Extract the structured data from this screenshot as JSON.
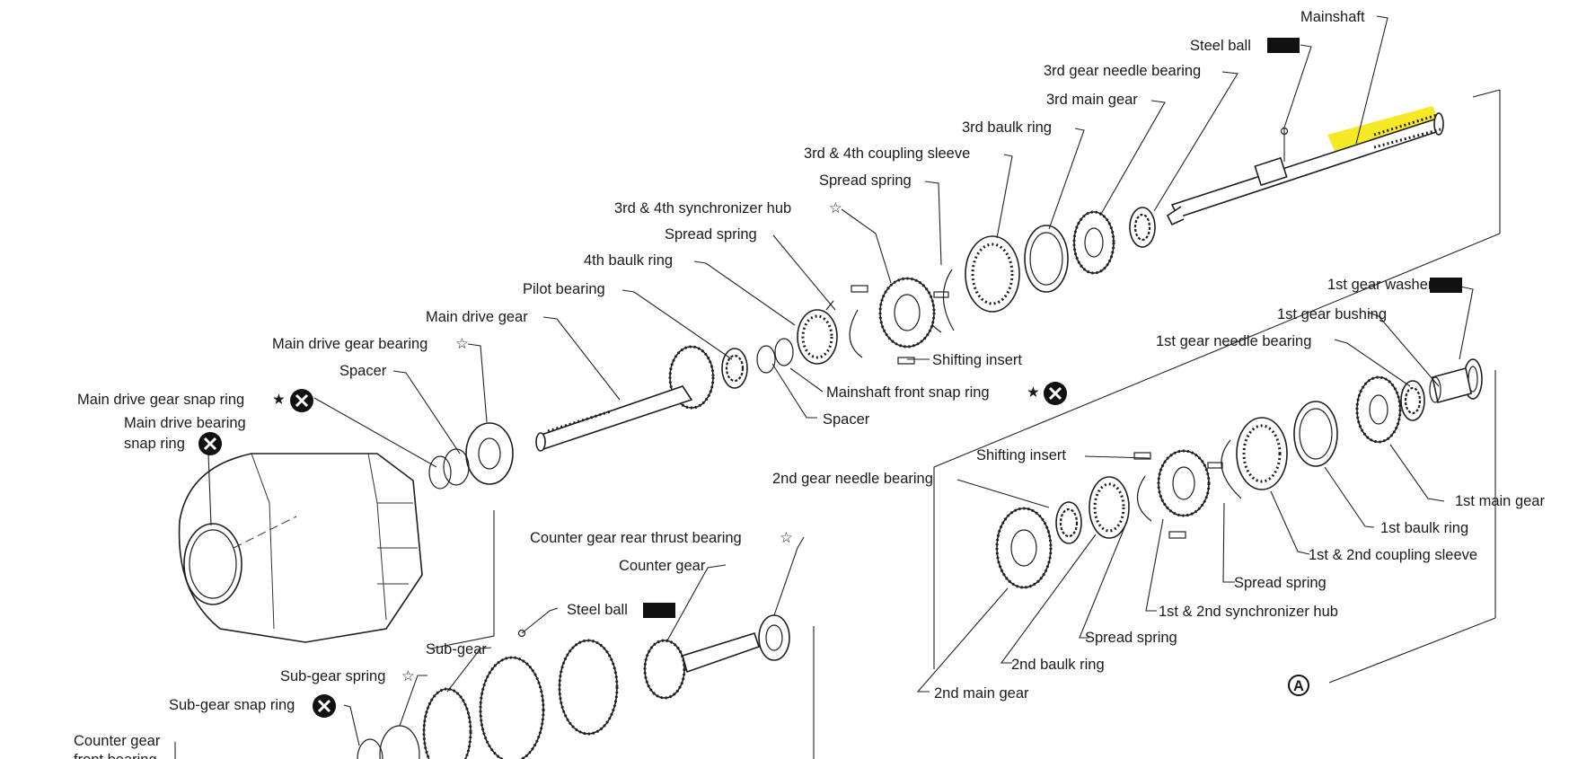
{
  "labels": {
    "mainshaft": "Mainshaft",
    "steel_ball_top": "Steel ball",
    "third_needle_bearing": "3rd gear needle bearing",
    "third_main_gear": "3rd main gear",
    "third_baulk_ring": "3rd baulk ring",
    "coupling_34": "3rd & 4th coupling sleeve",
    "spread_spring_a": "Spread spring",
    "synchro_hub_34": "3rd & 4th synchronizer hub",
    "spread_spring_b": "Spread spring",
    "fourth_baulk_ring": "4th baulk ring",
    "pilot_bearing": "Pilot bearing",
    "main_drive_gear": "Main drive gear",
    "main_drive_gear_bearing": "Main drive gear bearing",
    "spacer_left": "Spacer",
    "main_drive_snap_ring": "Main drive gear snap ring",
    "main_drive_bearing_snap_ring_1": "Main drive bearing",
    "main_drive_bearing_snap_ring_2": "snap ring",
    "shifting_insert_top": "Shifting insert",
    "mainshaft_front_snap_ring": "Mainshaft front snap ring",
    "spacer_mid": "Spacer",
    "first_gear_washer": "1st gear washer",
    "first_gear_bushing": "1st gear bushing",
    "first_needle_bearing": "1st gear needle bearing",
    "shifting_insert_right": "Shifting insert",
    "second_needle_bearing": "2nd gear needle bearing",
    "first_main_gear": "1st main gear",
    "first_baulk_ring": "1st baulk ring",
    "coupling_12": "1st & 2nd coupling sleeve",
    "spread_spring_c": "Spread spring",
    "synchro_hub_12": "1st & 2nd synchronizer hub",
    "spread_spring_d": "Spread spring",
    "second_baulk_ring": "2nd baulk ring",
    "second_main_gear": "2nd main gear",
    "counter_rear_thrust": "Counter gear rear thrust bearing",
    "counter_gear": "Counter gear",
    "steel_ball_bottom": "Steel ball",
    "sub_gear": "Sub-gear",
    "sub_gear_spring": "Sub-gear spring",
    "sub_gear_snap_ring": "Sub-gear snap ring",
    "counter_front_bearing_1": "Counter gear",
    "counter_front_bearing_2": "front bearing"
  },
  "symbols": {
    "star_filled": "★",
    "star_outline": "☆",
    "callout_a": "A"
  },
  "colors": {
    "highlight": "#f5e600",
    "line": "#222222"
  }
}
